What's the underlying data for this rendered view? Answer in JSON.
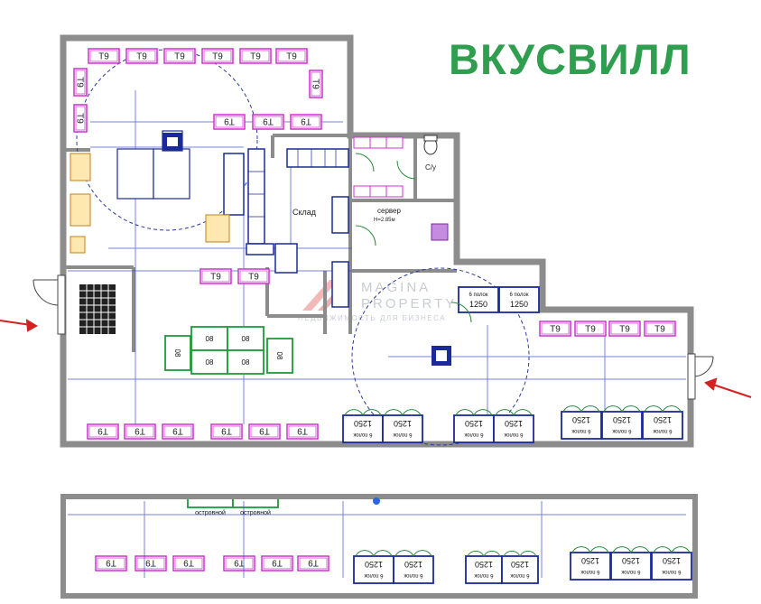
{
  "brand": {
    "name": "ВКУСВИЛЛ",
    "color": "#2f9e4f"
  },
  "watermark": {
    "line1": "MAGINA",
    "line2": "PROPERTY",
    "tagline": "НЕДВИЖИМОСТЬ ДЛЯ БИЗНЕСА"
  },
  "rooms": {
    "storage": "Склад",
    "server": "сервер",
    "server_height": "H=2.85м",
    "toilet": "С/у"
  },
  "fixtures": {
    "fridge_label": "T9",
    "chiller_value": "1250",
    "chiller_shelves": "6 полок",
    "island_value": "08",
    "island_text": "островной"
  },
  "colors": {
    "wall": "#8c8c8c",
    "fridge": "#cc33cc",
    "chiller": "#1a2a99",
    "island": "#1f9a3a",
    "arrow": "#d62020",
    "dim": "#3a4fc8"
  }
}
